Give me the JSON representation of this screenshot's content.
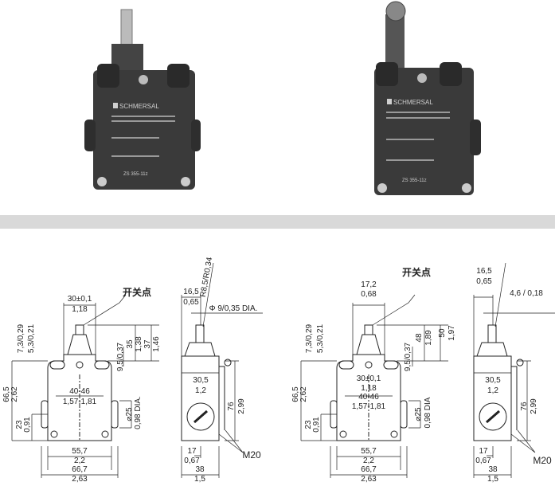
{
  "photos": {
    "left": {
      "brand": "SCHMERSAL",
      "model": "ZS 355-11z"
    },
    "right": {
      "brand": "SCHMERSAL",
      "model": "ZS 355-11z"
    }
  },
  "left_drawing": {
    "switch_point": "开关点",
    "width_top_mm": "30±0,1",
    "width_top_in": "1,18",
    "dim_73": "7,3/0,29",
    "dim_53": "5,3/0,21",
    "h35": "35",
    "h35_in": "1,38",
    "h37": "37",
    "h37_in": "1,46",
    "dim_95": "9,5/0,37",
    "h665": "66,5",
    "h665_in": "2,62",
    "w4046": "40-46",
    "w4046_in": "1,57-1,81",
    "dia25": "⌀25",
    "dia25_in": "0,98 DIA.",
    "h23": "23",
    "h23_in": "0,91",
    "w557": "55,7",
    "w557_in": "2,2",
    "w667": "66,7",
    "w667_in": "2,63",
    "side": {
      "radius": "R8,5/R0,34",
      "w165": "16,5",
      "w165_in": "0,65",
      "dia9": "Φ 9/0,35 DIA.",
      "w305": "30,5",
      "w305_in": "1,2",
      "h76": "76",
      "h76_in": "2,99",
      "w17": "17",
      "w17_in": "0,67",
      "thread": "M20",
      "w38": "38",
      "w38_in": "1,5"
    }
  },
  "right_drawing": {
    "switch_point": "开关点",
    "roller_mm": "17,2",
    "roller_in": "0,68",
    "dim_73": "7,3/0,29",
    "dim_53": "5,3/0,21",
    "h48": "48",
    "h48_in": "1,89",
    "h50": "50",
    "h50_in": "1,97",
    "dim_95": "9,5/0,37",
    "width_top_mm": "30±0,1",
    "width_top_in": "1,18",
    "h665": "66,5",
    "h665_in": "2,62",
    "w4046": "40-46",
    "w4046_in": "1,57-1,81",
    "dia25": "⌀25",
    "dia25_in": "0,98 DIA",
    "h23": "23",
    "h23_in": "0,91",
    "w557": "55,7",
    "w557_in": "2,2",
    "w667": "66,7",
    "w667_in": "2,63",
    "side": {
      "w165": "16,5",
      "w165_in": "0,65",
      "dim46": "4,6 / 0,18",
      "w305": "30,5",
      "w305_in": "1,2",
      "h76": "76",
      "h76_in": "2,99",
      "w17": "17",
      "w17_in": "0,67",
      "thread": "M20",
      "w38": "38",
      "w38_in": "1,5"
    }
  }
}
